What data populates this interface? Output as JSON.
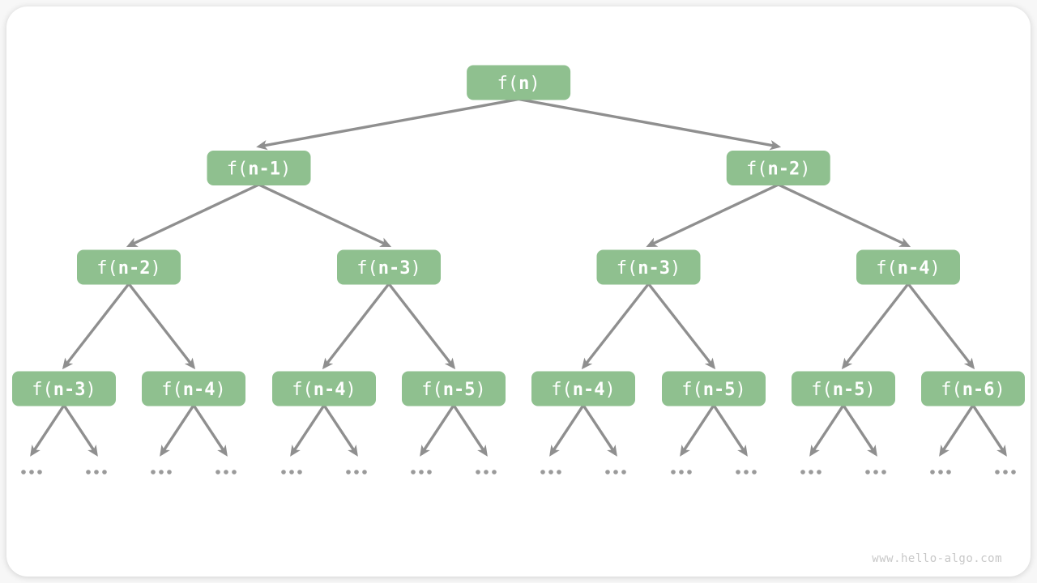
{
  "diagram": {
    "watermark": "www.hello-algo.com",
    "root": {
      "label": "f(n)",
      "children": [
        {
          "label": "f(n-1)",
          "children": [
            {
              "label": "f(n-2)",
              "children": [
                {
                  "label": "f(n-3)",
                  "children": [
                    {
                      "type": "ellipsis",
                      "label": "..."
                    },
                    {
                      "type": "ellipsis",
                      "label": "..."
                    }
                  ]
                },
                {
                  "label": "f(n-4)",
                  "children": [
                    {
                      "type": "ellipsis",
                      "label": "..."
                    },
                    {
                      "type": "ellipsis",
                      "label": "..."
                    }
                  ]
                }
              ]
            },
            {
              "label": "f(n-3)",
              "children": [
                {
                  "label": "f(n-4)",
                  "children": [
                    {
                      "type": "ellipsis",
                      "label": "..."
                    },
                    {
                      "type": "ellipsis",
                      "label": "..."
                    }
                  ]
                },
                {
                  "label": "f(n-5)",
                  "children": [
                    {
                      "type": "ellipsis",
                      "label": "..."
                    },
                    {
                      "type": "ellipsis",
                      "label": "..."
                    }
                  ]
                }
              ]
            }
          ]
        },
        {
          "label": "f(n-2)",
          "children": [
            {
              "label": "f(n-3)",
              "children": [
                {
                  "label": "f(n-4)",
                  "children": [
                    {
                      "type": "ellipsis",
                      "label": "..."
                    },
                    {
                      "type": "ellipsis",
                      "label": "..."
                    }
                  ]
                },
                {
                  "label": "f(n-5)",
                  "children": [
                    {
                      "type": "ellipsis",
                      "label": "..."
                    },
                    {
                      "type": "ellipsis",
                      "label": "..."
                    }
                  ]
                }
              ]
            },
            {
              "label": "f(n-4)",
              "children": [
                {
                  "label": "f(n-5)",
                  "children": [
                    {
                      "type": "ellipsis",
                      "label": "..."
                    },
                    {
                      "type": "ellipsis",
                      "label": "..."
                    }
                  ]
                },
                {
                  "label": "f(n-6)",
                  "children": [
                    {
                      "type": "ellipsis",
                      "label": "..."
                    },
                    {
                      "type": "ellipsis",
                      "label": "..."
                    }
                  ]
                }
              ]
            }
          ]
        }
      ]
    }
  },
  "colors": {
    "node_fill": "#8FC08F",
    "node_text": "#FFFFFF",
    "edge": "#8F8F8F",
    "ellipsis": "#9A9A9A",
    "watermark": "#C8C8C8",
    "card_background": "#FFFFFF",
    "page_background": "#F7F7F7"
  }
}
